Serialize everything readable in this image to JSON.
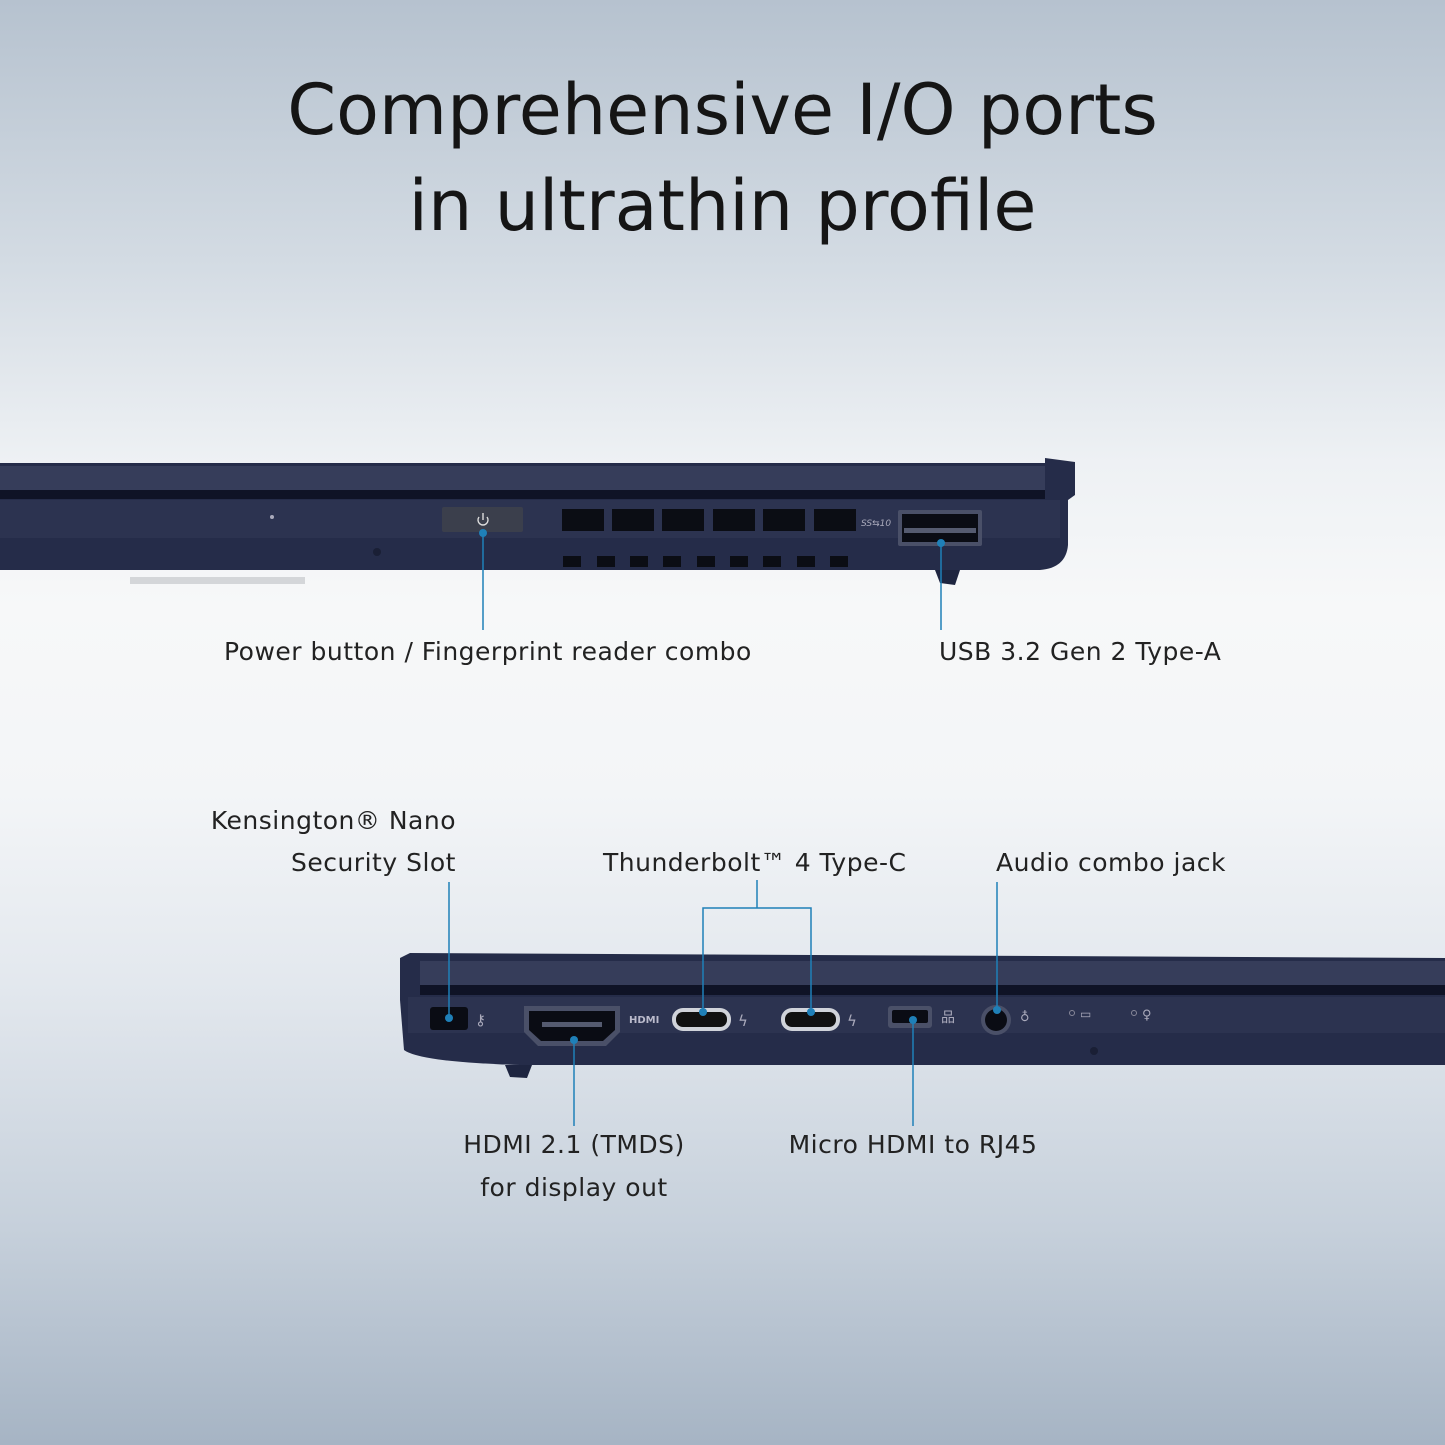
{
  "title": {
    "line1": "Comprehensive I/O ports",
    "line2": "in ultrathin profile"
  },
  "callouts": {
    "power": "Power button / Fingerprint reader combo",
    "usb_a": "USB 3.2 Gen 2 Type-A",
    "kensington_line1": "Kensington® Nano",
    "kensington_line2": "Security Slot",
    "thunderbolt": "Thunderbolt™ 4 Type-C",
    "audio": "Audio combo jack",
    "hdmi_line1": "HDMI 2.1 (TMDS)",
    "hdmi_line2": "for display out",
    "micro_hdmi": "Micro HDMI to RJ45"
  },
  "port_marks": {
    "hdmi": "HDMI",
    "usb": "SS⇆10"
  },
  "colors": {
    "chassis": "#1f2641",
    "callout": "#1f80b8"
  }
}
